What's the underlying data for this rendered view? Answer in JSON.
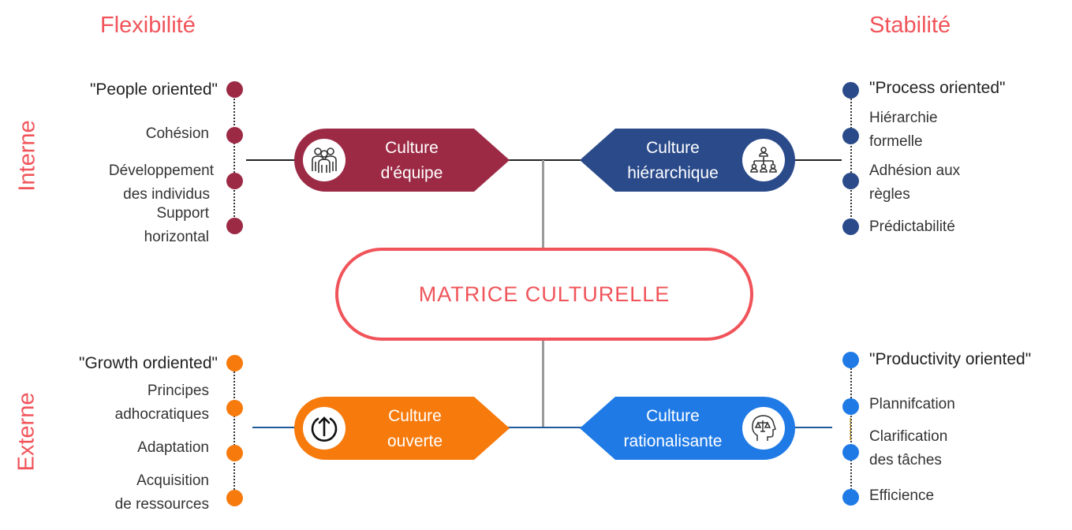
{
  "axes": {
    "top_left": "Flexibilité",
    "top_right": "Stabilité",
    "left_top": "Interne",
    "left_bottom": "Externe"
  },
  "center": {
    "label": "MATRICE CULTURELLE"
  },
  "quadrants": {
    "team": {
      "pill_line1": "Culture",
      "pill_line2": "d'équipe",
      "icon": "team-people-icon",
      "items": [
        "\"People oriented\"",
        "Cohésion",
        "Développement",
        "des individus",
        "Support",
        "horizontal"
      ]
    },
    "hierarchy": {
      "pill_line1": "Culture",
      "pill_line2": "hiérarchique",
      "icon": "org-chart-icon",
      "items": [
        "\"Process oriented\"",
        "Hiérarchie",
        "formelle",
        "Adhésion aux",
        "règles",
        "Prédictabilité"
      ]
    },
    "open": {
      "pill_line1": "Culture",
      "pill_line2": "ouverte",
      "icon": "power-up-arrow-icon",
      "items": [
        "\"Growth ordiented\"",
        "Principes",
        "adhocratiques",
        "Adaptation",
        "Acquisition",
        "de ressources"
      ]
    },
    "rational": {
      "pill_line1": "Culture",
      "pill_line2": "rationalisante",
      "icon": "head-scales-icon",
      "items": [
        "\"Productivity oriented\"",
        "Plannifcation",
        "Clarification",
        "des tâches",
        "Efficience"
      ]
    }
  },
  "colors": {
    "accent": "#f0545a",
    "team": "#9c2a45",
    "hierarchy": "#2a4a8a",
    "open": "#f77a0c",
    "rational": "#1f7ae6"
  }
}
